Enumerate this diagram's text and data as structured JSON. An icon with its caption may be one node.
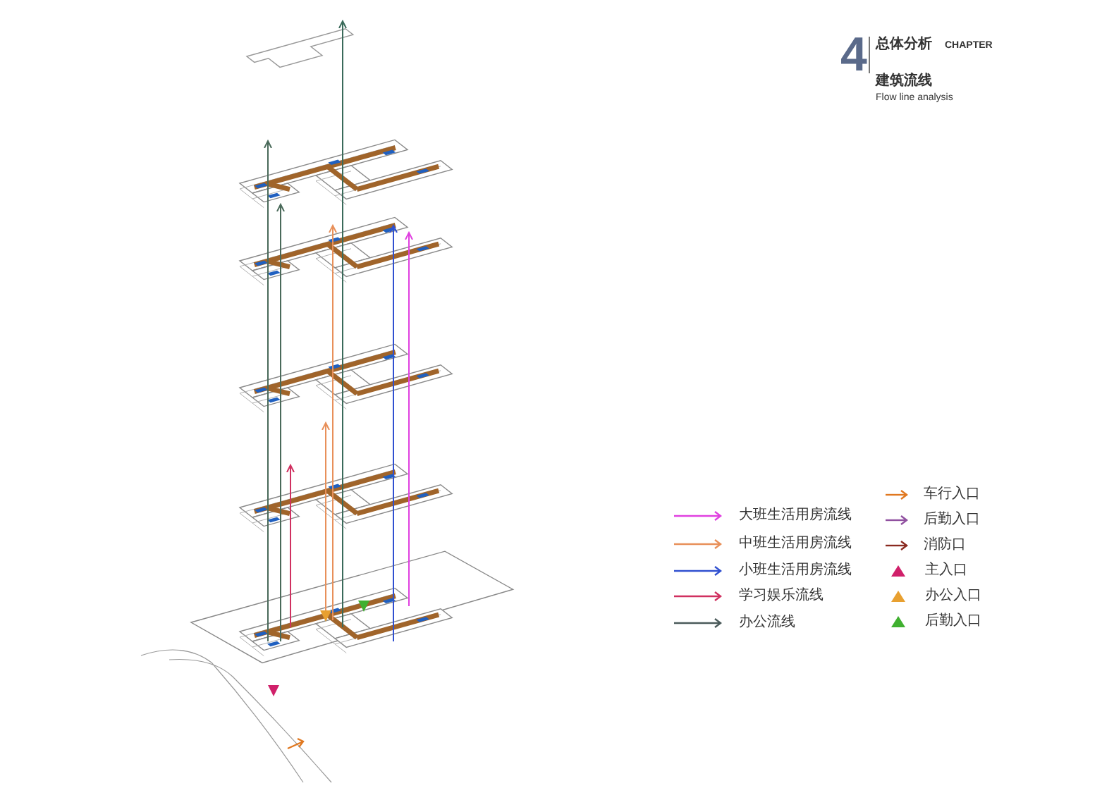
{
  "diagram": {
    "labels": [
      "4",
      "总体分析",
      "CHAPTER",
      "建筑流线",
      "Flow line analysis"
    ],
    "legend": [
      {
        "text": "大班生活用房流线"
      },
      {
        "text": "中班生活用房流线"
      },
      {
        "text": "小班生活用房流线"
      },
      {
        "text": "学习娱乐流线"
      },
      {
        "text": "办公流线"
      },
      {
        "text": "车行入口"
      },
      {
        "text": "后勤入口"
      },
      {
        "text": "消防口"
      },
      {
        "text": "主入口"
      },
      {
        "text": "办公入口"
      },
      {
        "text": "后勤入口"
      }
    ]
  }
}
